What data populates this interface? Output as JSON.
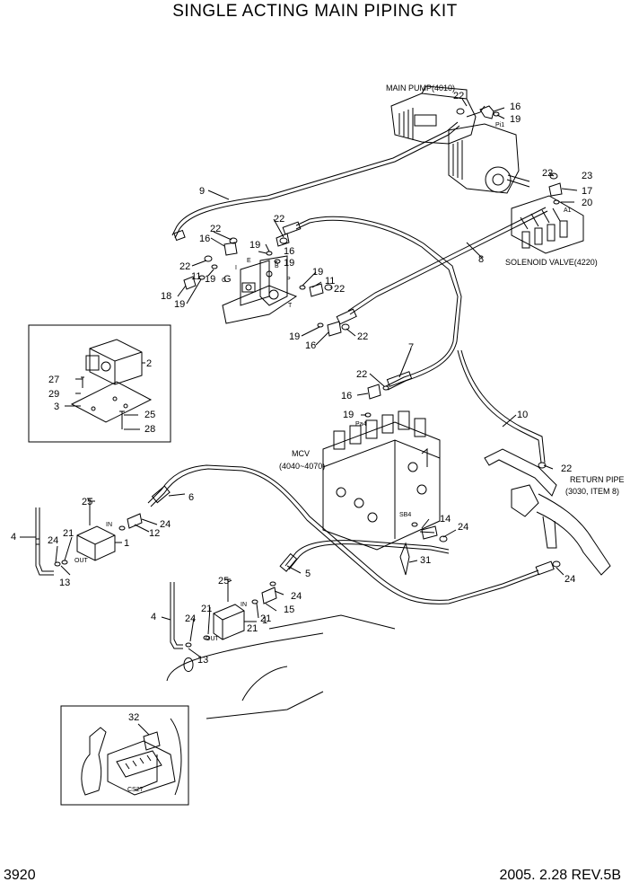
{
  "title": "SINGLE ACTING MAIN PIPING KIT",
  "page_number": "3920",
  "footer": "2005. 2.28  REV.5B",
  "component_labels": {
    "main_pump": "MAIN PUMP(4010)",
    "solenoid_valve": "SOLENOID VALVE(4220)",
    "mcv_line1": "MCV",
    "mcv_line2": "(4040~4070)",
    "return_pipe_line1": "RETURN PIPE",
    "return_pipe_line2": "(3030, ITEM 8)"
  },
  "port_labels": [
    "Pi1",
    "A1",
    "E",
    "B",
    "I",
    "G",
    "P",
    "T",
    "Pa4",
    "SB4",
    "IN",
    "OUT",
    "IN",
    "OUT",
    "CS27"
  ],
  "callouts": [
    "22",
    "16",
    "19",
    "22",
    "23",
    "17",
    "20",
    "9",
    "22",
    "16",
    "22",
    "19",
    "16",
    "19",
    "8",
    "22",
    "11",
    "19",
    "G",
    "18",
    "19",
    "19",
    "11",
    "22",
    "19",
    "16",
    "22",
    "7",
    "22",
    "16",
    "2",
    "27",
    "29",
    "3",
    "25",
    "28",
    "19",
    "10",
    "22",
    "25",
    "6",
    "24",
    "12",
    "4",
    "24",
    "21",
    "1",
    "13",
    "5",
    "24",
    "15",
    "21",
    "14",
    "24",
    "31",
    "25",
    "24",
    "21",
    "4",
    "24",
    "21",
    "1",
    "13",
    "32"
  ]
}
